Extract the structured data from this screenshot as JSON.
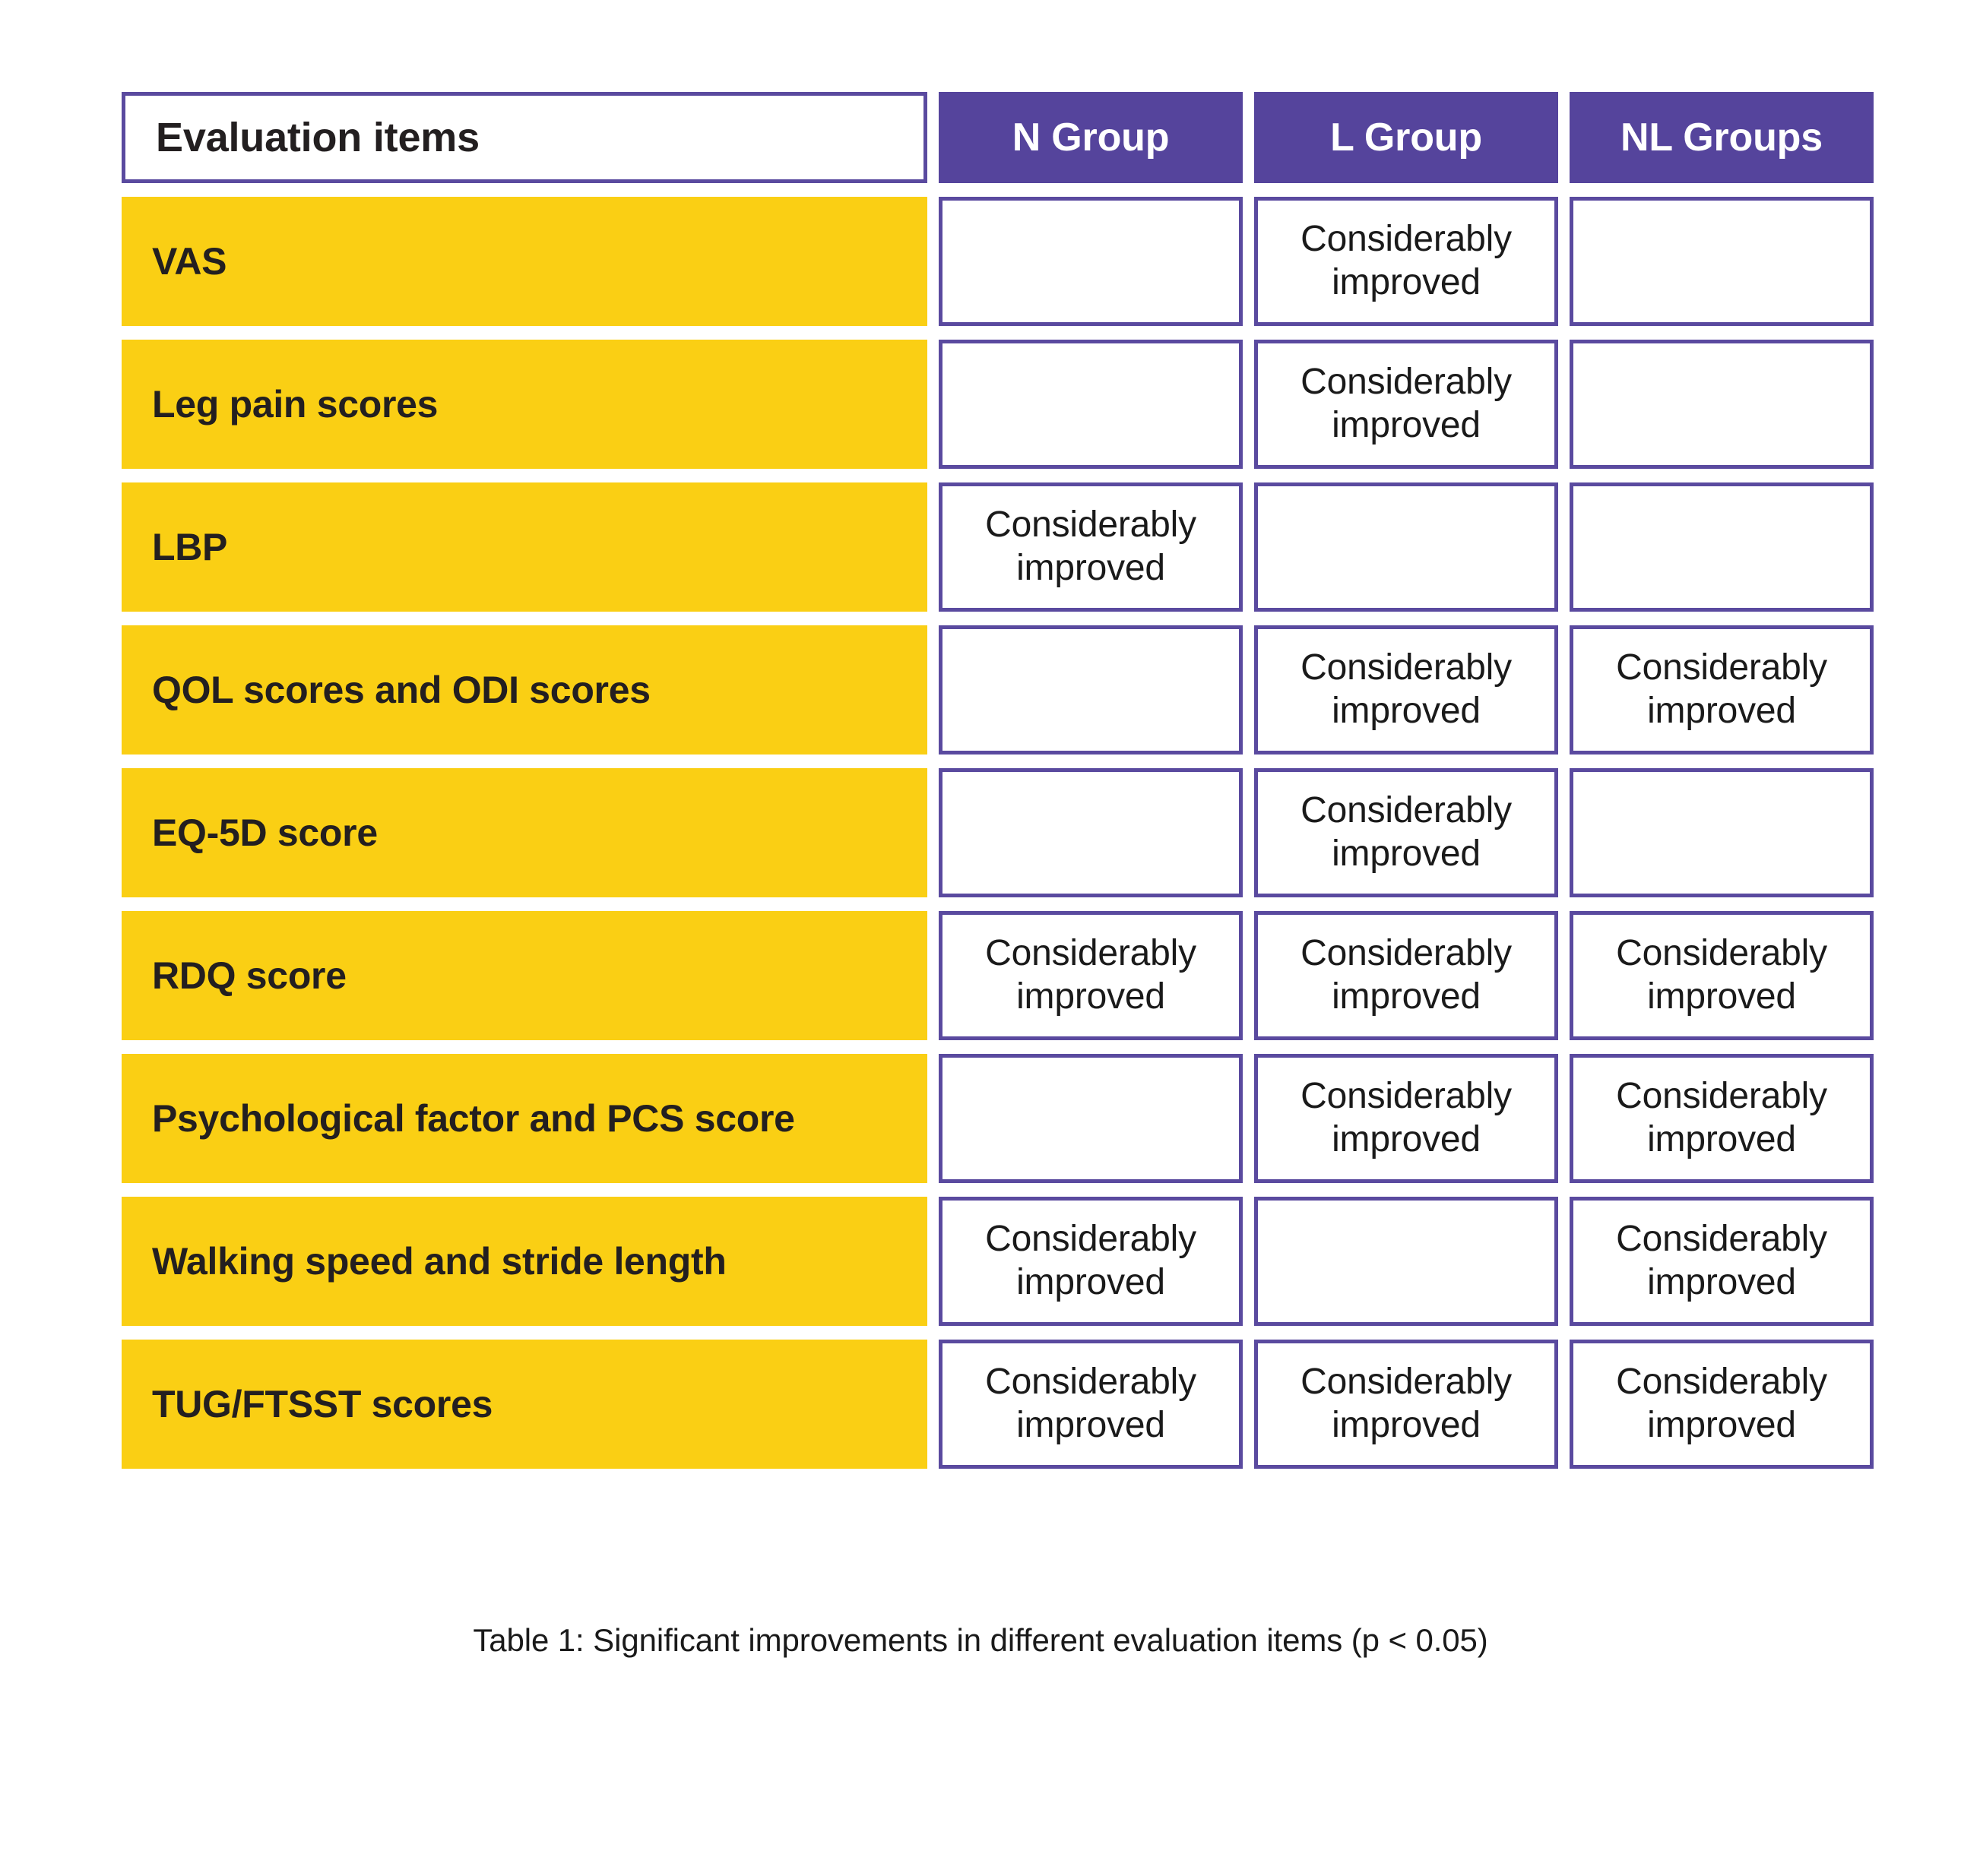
{
  "table": {
    "columns": [
      {
        "key": "item",
        "label": "Evaluation items",
        "type": "header-white"
      },
      {
        "key": "n",
        "label": "N Group",
        "type": "header-purple"
      },
      {
        "key": "l",
        "label": "L Group",
        "type": "header-purple"
      },
      {
        "key": "nl",
        "label": "NL Groups",
        "type": "header-purple"
      }
    ],
    "value_text": "Considerably improved",
    "empty_text": "",
    "rows": [
      {
        "item": "VAS",
        "n": "",
        "l": "Considerably improved",
        "nl": ""
      },
      {
        "item": "Leg pain scores",
        "n": "",
        "l": "Considerably improved",
        "nl": ""
      },
      {
        "item": "LBP",
        "n": "Considerably improved",
        "l": "",
        "nl": ""
      },
      {
        "item": "QOL scores and ODI scores",
        "n": "",
        "l": "Considerably improved",
        "nl": "Considerably improved"
      },
      {
        "item": "EQ-5D score",
        "n": "",
        "l": "Considerably improved",
        "nl": ""
      },
      {
        "item": "RDQ score",
        "n": "Considerably improved",
        "l": "Considerably improved",
        "nl": "Considerably improved"
      },
      {
        "item": "Psychological factor and PCS score",
        "n": "",
        "l": "Considerably improved",
        "nl": "Considerably improved"
      },
      {
        "item": "Walking speed and stride length",
        "n": "Considerably improved",
        "l": "",
        "nl": "Considerably improved"
      },
      {
        "item": "TUG/FTSST scores",
        "n": "Considerably improved",
        "l": "Considerably improved",
        "nl": "Considerably improved"
      }
    ]
  },
  "caption": {
    "text": "Table 1: Significant improvements in different evaluation items (p < 0.05)"
  },
  "colors": {
    "purple": "#55449C",
    "purple_border": "#5A4A9F",
    "yellow": "#FACF14",
    "text_dark": "#231F20",
    "white": "#FFFFFF"
  }
}
